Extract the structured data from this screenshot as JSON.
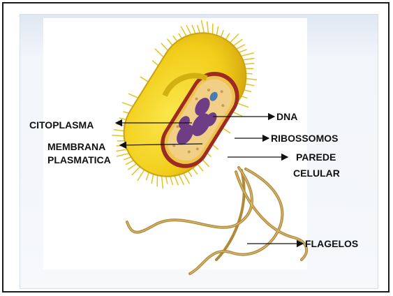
{
  "labels": {
    "citoplasma": "CITOPLASMA",
    "membrana_1": "MEMBRANA",
    "membrana_2": "PLASMATICA",
    "dna": "DNA",
    "ribossomos": "RIBOSSOMOS",
    "parede_1": "PAREDE",
    "parede_2": "CELULAR",
    "flagelos": "FLAGELOS"
  },
  "colors": {
    "capsule_fill": "#f2d21c",
    "capsule_edge": "#c9a40e",
    "pili": "#e6c21a",
    "cell_wall": "#9c2b22",
    "membrane": "#f0c44a",
    "cytoplasm": "#f1cf86",
    "nucleoid": "#6f3d86",
    "ribosome": "#4a7ab5",
    "flagella": "#b08a3a",
    "label_text": "#111111",
    "arrow": "#111111"
  }
}
